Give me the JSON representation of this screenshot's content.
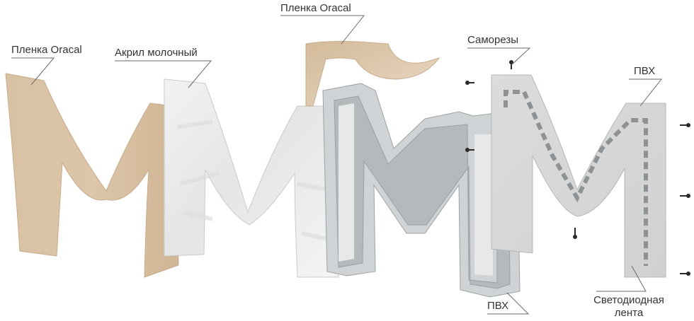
{
  "labels": {
    "oracal_left": "Пленка Oracal",
    "acrylic": "Акрил молочный",
    "oracal_top": "Пленка Oracal",
    "screws": "Саморезы",
    "pvc_right": "ПВХ",
    "pvc_bottom": "ПВХ",
    "led_line1": "Светодиодная",
    "led_line2": "лента"
  },
  "colors": {
    "oracal_film": "#d8bfa0",
    "acrylic": "#e9ebea",
    "aluminum_frame": "#b8bcbe",
    "pvc": "#d7d9da",
    "led_dash": "#8e9294",
    "screw": "#2a2a2a",
    "leader_line": "#6a6a6a",
    "text": "#333333"
  }
}
